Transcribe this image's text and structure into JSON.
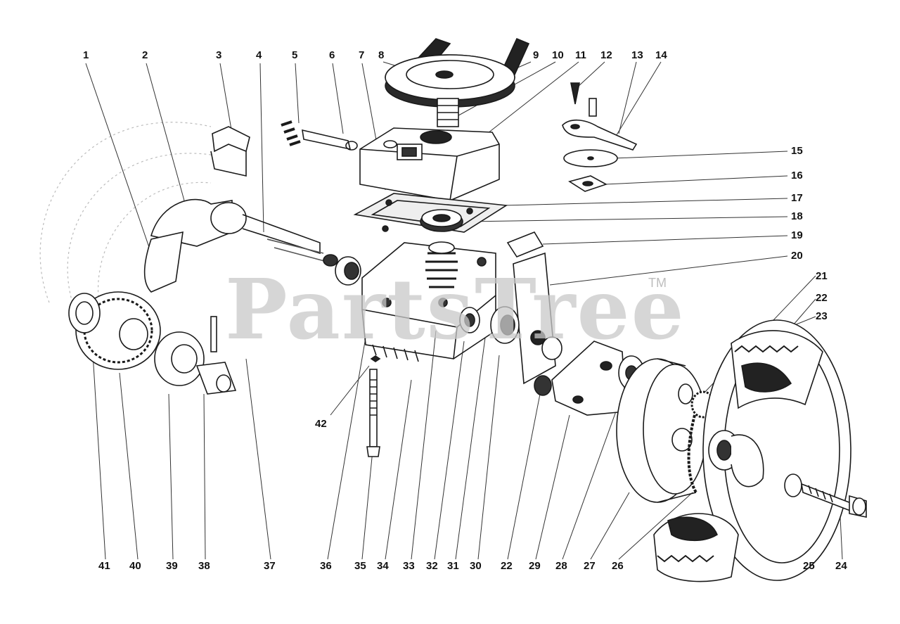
{
  "watermark": {
    "text": "PartsTree",
    "tm": "TM"
  },
  "callouts": {
    "top": [
      "1",
      "2",
      "3",
      "4",
      "5",
      "6",
      "7",
      "8",
      "9",
      "10",
      "11",
      "12",
      "13",
      "14"
    ],
    "right": [
      "15",
      "16",
      "17",
      "18",
      "19",
      "20",
      "21",
      "22",
      "23"
    ],
    "bottom": [
      "41",
      "40",
      "39",
      "38",
      "37",
      "36",
      "35",
      "34",
      "33",
      "32",
      "31",
      "30",
      "22",
      "29",
      "28",
      "27",
      "26",
      "25",
      "24"
    ],
    "mid": [
      "42"
    ]
  }
}
